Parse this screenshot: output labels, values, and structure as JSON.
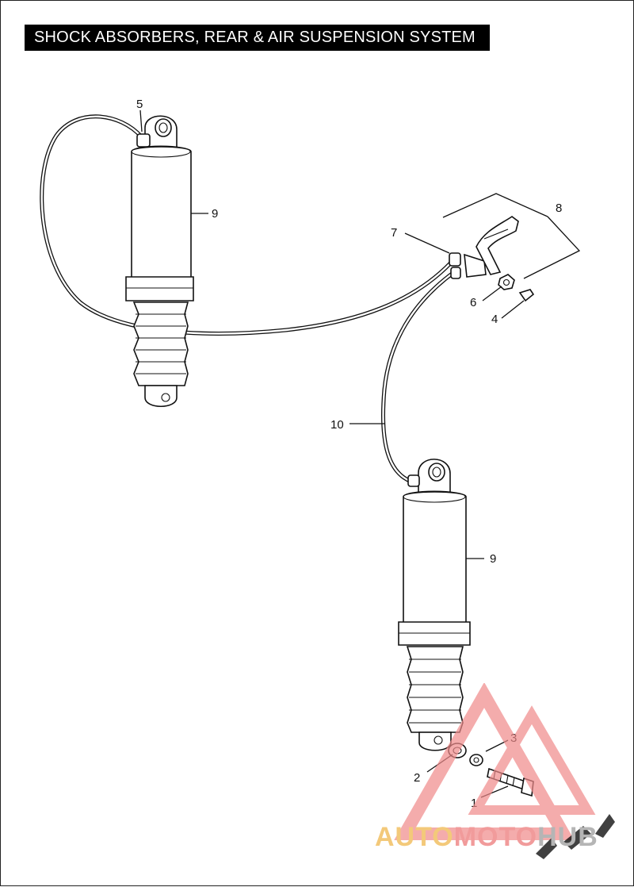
{
  "title": "SHOCK ABSORBERS, REAR & AIR SUSPENSION SYSTEM",
  "callouts": {
    "c1": "1",
    "c2": "2",
    "c3": "3",
    "c4": "4",
    "c5": "5",
    "c6": "6",
    "c7": "7",
    "c8": "8",
    "c9a": "9",
    "c9b": "9",
    "c10": "10"
  },
  "watermark": {
    "part1": "AUTO",
    "part2": "MOTO",
    "part3": "HUB",
    "colors": {
      "auto": "#f3c97a",
      "moto": "#f19b9b",
      "hub": "#b5b5b5",
      "triangle": "#f08a8a"
    }
  }
}
